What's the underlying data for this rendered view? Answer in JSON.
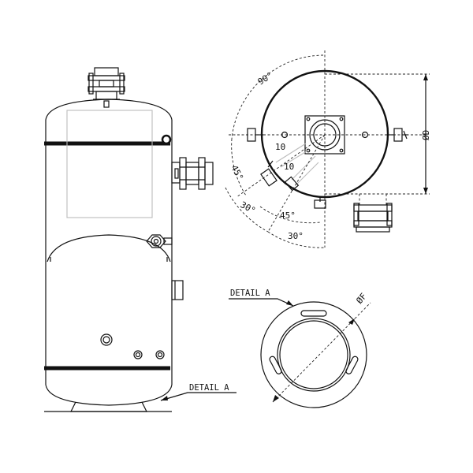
{
  "labels": {
    "angle_90": "90°",
    "angle_45_left": "45°",
    "angle_30_left": "30°",
    "angle_45_bottom": "45°",
    "angle_30_bottom": "30°",
    "dim_10_a": "10",
    "dim_10_b": "10",
    "dim_diameter_d": "ØD",
    "dim_diameter_f": "ØF",
    "detail_a_callout_top": "DETAIL A",
    "detail_a_callout_bottom": "DETAIL A"
  },
  "colors": {
    "line": "#111111",
    "hidden_window": "#bbbbbb",
    "background": "#ffffff"
  }
}
